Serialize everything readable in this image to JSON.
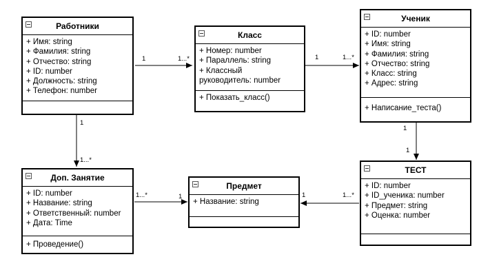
{
  "classes": {
    "workers": {
      "title": "Работники",
      "attributes": [
        "+ Имя: string",
        "+ Фамилия: string",
        "+ Отчество: string",
        "+ ID: number",
        "+ Должность: string",
        "+ Телефон: number"
      ],
      "operations": []
    },
    "klass": {
      "title": "Класс",
      "attributes": [
        "+ Номер: number",
        "+ Параллель: string",
        "+ Классный",
        "руководитель: number"
      ],
      "operations": [
        "+ Показать_класс()"
      ]
    },
    "student": {
      "title": "Ученик",
      "attributes": [
        "+ ID: number",
        "+ Имя: string",
        "+ Фамилия: string",
        "+ Отчество: string",
        "+ Класс: string",
        "+ Адрес: string"
      ],
      "operations": [
        "+ Написание_теста()"
      ]
    },
    "extra": {
      "title": "Доп. Занятие",
      "attributes": [
        "+ ID: number",
        "+ Название: string",
        "+ Ответственный: number",
        "+ Дата: Time"
      ],
      "operations": [
        "+ Проведение()"
      ]
    },
    "subject": {
      "title": "Предмет",
      "attributes": [
        "+ Название: string"
      ],
      "operations": []
    },
    "test": {
      "title": "ТЕСТ",
      "attributes": [
        "+ ID: number",
        "+ ID_ученика: number",
        "+ Предмет: string",
        "+ Оценка: number"
      ],
      "operations": []
    }
  },
  "associations": {
    "workers_klass": {
      "from": "1",
      "to": "1...*"
    },
    "klass_student": {
      "from": "1",
      "to": "1...*"
    },
    "workers_extra": {
      "from": "1",
      "to": "1...*"
    },
    "student_test": {
      "from": "1",
      "to": "1"
    },
    "extra_subject": {
      "from": "1...*",
      "to": "1"
    },
    "test_subject": {
      "from": "1...*",
      "to": "1"
    }
  }
}
